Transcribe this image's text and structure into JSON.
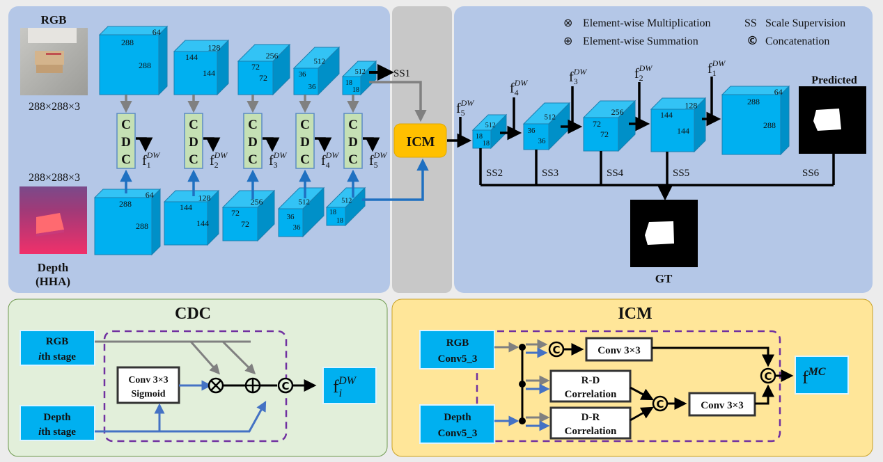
{
  "colors": {
    "encoder_panel": "#b4c7e7",
    "icm_strip": "#c8c8c8",
    "decoder_panel": "#b4c7e7",
    "cdc_panel": "#e2efda",
    "icm_panel": "#ffe699",
    "cube_front": "#00b0f0",
    "cube_top": "#33c3f5",
    "cube_side": "#0090c8",
    "cdc_block": "#c5e0b4",
    "icm_block": "#ffc000",
    "rgb_arrow": "#808080",
    "depth_arrow": "#1f70c1",
    "dashed_box": "#7030a0"
  },
  "legend": {
    "mult_symbol": "⊗",
    "mult_label": "Element-wise Multiplication",
    "sum_symbol": "⊕",
    "sum_label": "Element-wise Summation",
    "ss_symbol": "SS",
    "ss_label": "Scale Supervision",
    "concat_symbol": "©",
    "concat_label": "Concatenation"
  },
  "encoder": {
    "rgb_title": "RGB",
    "rgb_size": "288×288×3",
    "depth_size": "288×288×3",
    "depth_title_1": "Depth",
    "depth_title_2": "(HHA)",
    "rgb_stages": [
      {
        "c": "64",
        "h": "288",
        "w": "288"
      },
      {
        "c": "128",
        "h": "144",
        "w": "144"
      },
      {
        "c": "256",
        "h": "72",
        "w": "72"
      },
      {
        "c": "512",
        "h": "36",
        "w": "36"
      },
      {
        "c": "512",
        "h": "18",
        "w": "18"
      }
    ],
    "depth_stages": [
      {
        "c": "64",
        "h": "288",
        "w": "288"
      },
      {
        "c": "128",
        "h": "144",
        "w": "144"
      },
      {
        "c": "256",
        "h": "72",
        "w": "72"
      },
      {
        "c": "512",
        "h": "36",
        "w": "36"
      },
      {
        "c": "512",
        "h": "18",
        "w": "18"
      }
    ],
    "cdc_letters": [
      "C",
      "D",
      "C"
    ],
    "cdc_outputs": [
      {
        "base": "f",
        "sub": "1",
        "sup": "DW"
      },
      {
        "base": "f",
        "sub": "2",
        "sup": "DW"
      },
      {
        "base": "f",
        "sub": "3",
        "sup": "DW"
      },
      {
        "base": "f",
        "sub": "4",
        "sup": "DW"
      },
      {
        "base": "f",
        "sub": "5",
        "sup": "DW"
      }
    ],
    "ss1": "SS1"
  },
  "icm_block_label": "ICM",
  "decoder": {
    "stages": [
      {
        "c": "512",
        "h": "18",
        "w": "18",
        "in_sub": "5",
        "ss": "SS2"
      },
      {
        "c": "512",
        "h": "36",
        "w": "36",
        "in_sub": "4",
        "ss": "SS3"
      },
      {
        "c": "256",
        "h": "72",
        "w": "72",
        "in_sub": "3",
        "ss": "SS4"
      },
      {
        "c": "128",
        "h": "144",
        "w": "144",
        "in_sub": "2",
        "ss": "SS5"
      },
      {
        "c": "64",
        "h": "288",
        "w": "288",
        "in_sub": "1",
        "ss": "SS6"
      }
    ],
    "f_base": "f",
    "f_sup": "DW",
    "predicted_label": "Predicted",
    "gt_label": "GT"
  },
  "cdc_detail": {
    "title": "CDC",
    "rgb_line1": "RGB",
    "rgb_line2_i": "i",
    "rgb_line2": "th stage",
    "depth_line1": "Depth",
    "depth_line2_i": "i",
    "depth_line2": "th stage",
    "conv_line1": "Conv 3×3",
    "conv_line2": "Sigmoid",
    "out_base": "f",
    "out_sub": "i",
    "out_sup": "DW"
  },
  "icm_detail": {
    "title": "ICM",
    "rgb_line1": "RGB",
    "rgb_line2": "Conv5_3",
    "depth_line1": "Depth",
    "depth_line2": "Conv5_3",
    "conv_top": "Conv 3×3",
    "rd_line1": "R-D",
    "rd_line2": "Correlation",
    "dr_line1": "D-R",
    "dr_line2": "Correlation",
    "conv_bottom": "Conv 3×3",
    "out_base": "f",
    "out_sup": "MC"
  }
}
